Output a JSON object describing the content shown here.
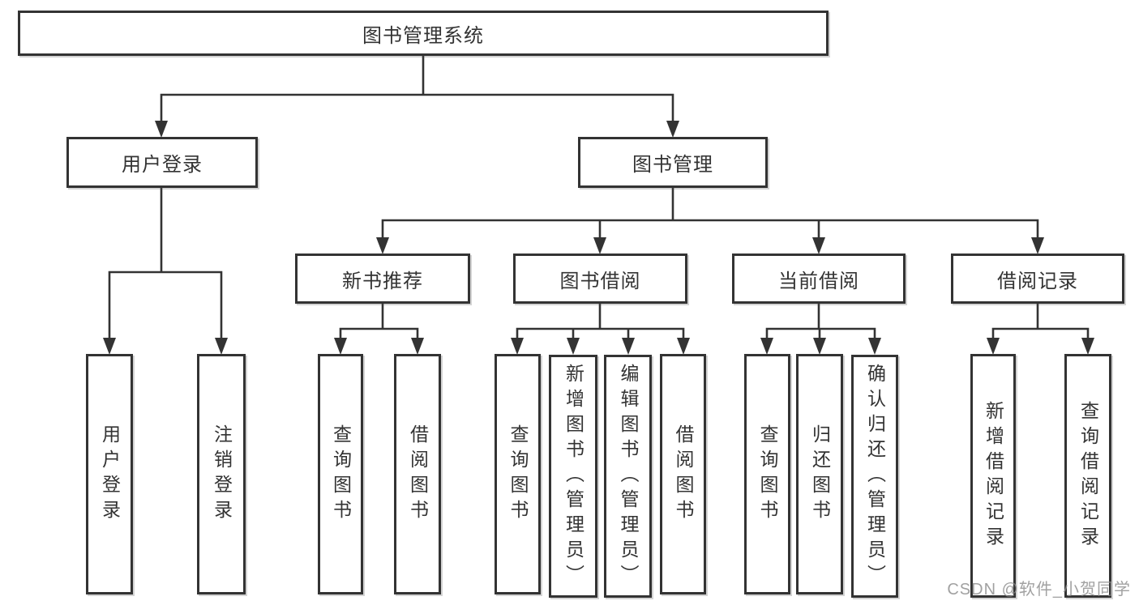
{
  "diagram": {
    "root": {
      "label": "图书管理系统"
    },
    "branches": [
      {
        "label": "用户登录",
        "children": [
          {
            "label": "用户登录"
          },
          {
            "label": "注销登录"
          }
        ]
      },
      {
        "label": "图书管理",
        "children": [
          {
            "label": "新书推荐",
            "children": [
              {
                "label": "查询图书"
              },
              {
                "label": "借阅图书"
              }
            ]
          },
          {
            "label": "图书借阅",
            "children": [
              {
                "label": "查询图书"
              },
              {
                "label": "新增图书（管理员）"
              },
              {
                "label": "编辑图书（管理员）"
              },
              {
                "label": "借阅图书"
              }
            ]
          },
          {
            "label": "当前借阅",
            "children": [
              {
                "label": "查询图书"
              },
              {
                "label": "归还图书"
              },
              {
                "label": "确认归还（管理员）"
              }
            ]
          },
          {
            "label": "借阅记录",
            "children": [
              {
                "label": "新增借阅记录"
              },
              {
                "label": "查询借阅记录"
              }
            ]
          }
        ]
      }
    ]
  },
  "watermark": {
    "text": "CSDN @软件_小贺同学"
  },
  "colors": {
    "line": "#333333",
    "box_border": "#333333",
    "box_fill": "#ffffff",
    "text": "#333333",
    "watermark": "#8c8c8c"
  }
}
